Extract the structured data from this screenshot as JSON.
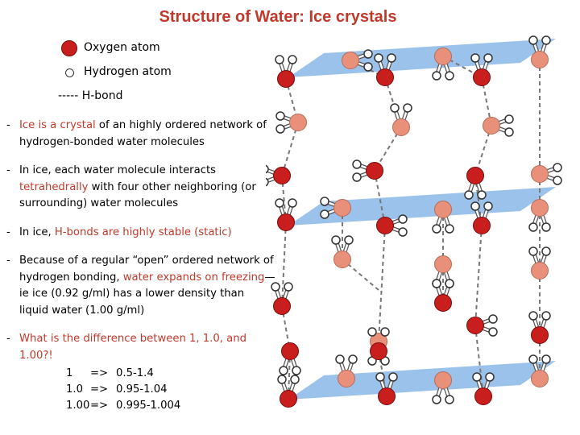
{
  "title": "Structure of Water: Ice crystals",
  "legend": {
    "oxygen": "Oxygen atom",
    "hydrogen": "Hydrogen atom",
    "hbond": "----- H-bond"
  },
  "bullets": {
    "b1": {
      "red": "Ice is a crystal",
      "rest": " of an highly ordered network of hydrogen-bonded water molecules"
    },
    "b2": {
      "pre": "In ice, each water molecule interacts ",
      "red": "tetrahedrally",
      "rest": " with four other neighboring (or surrounding) water molecules"
    },
    "b3": {
      "pre": "In ice, ",
      "red": "H-bonds are highly stable (static)",
      "rest": ""
    },
    "b4": {
      "pre": "Because of a regular “open” ordered network of hydrogen bonding, ",
      "red": "water expands on freezing",
      "rest": "—ie ice (0.92 g/ml) has a lower density than liquid water (1.00 g/ml)"
    },
    "b5": {
      "red": "What is the difference between 1, 1.0, and 1.00?!",
      "rest": ""
    }
  },
  "ranges": [
    {
      "value": "1",
      "arrow": "=>",
      "range": "0.5-1.4"
    },
    {
      "value": "1.0",
      "arrow": "=>",
      "range": "0.95-1.04"
    },
    {
      "value": "1.00",
      "arrow": "=>",
      "range": "0.995-1.004"
    }
  ],
  "colors": {
    "title": "#c0392b",
    "highlight": "#c0392b",
    "oxygen_dark": "#c81e1e",
    "oxygen_light": "#e8907a",
    "plane": "#7aaee3"
  }
}
